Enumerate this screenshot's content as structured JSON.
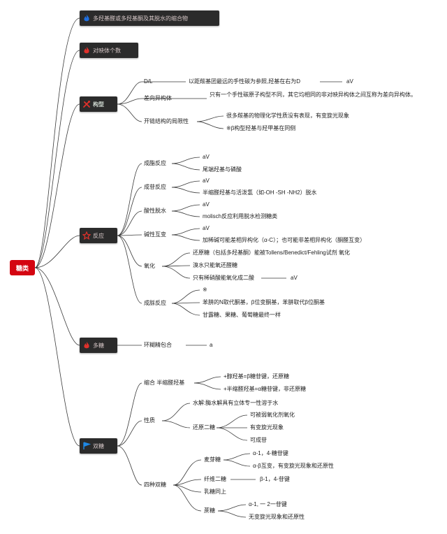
{
  "root": {
    "label": "糖类"
  },
  "topics": [
    {
      "label": "多羟基醛或多羟基酮及其脱水的缩合物",
      "icon": "flame-icon",
      "icon_color": "#1e6fe0"
    },
    {
      "label": "对映体个数",
      "icon": "flame-icon",
      "icon_color": "#e0312b"
    },
    {
      "label": "构型",
      "icon": "tools-icon",
      "icon_color": "#e0312b"
    },
    {
      "label": "反应",
      "icon": "star-icon",
      "icon_color": "#e0312b"
    },
    {
      "label": "多糖",
      "icon": "flame-icon",
      "icon_color": "#e0312b"
    },
    {
      "label": "双糖",
      "icon": "flag-icon",
      "icon_color": "#1e88e5"
    }
  ],
  "config": {
    "dl": {
      "label": "D/L",
      "text": "以距羰基团最远的手性碳为参照,羟基在右为D",
      "tag": "aV"
    },
    "epimer": {
      "label": "差向异构体",
      "text": "只有一个手性碳原子构型不同，其它均相同的非对映异构体之间互称为差向异构体。"
    },
    "open_chain": {
      "label": "开链结构的局限性",
      "items": [
        "很多羰基的物理化学性质没有表现，有变旋光现象",
        "※β构型羟基与羟甲基在同侧"
      ]
    }
  },
  "reaction": {
    "esterify": {
      "label": "成酯反应",
      "items": [
        "aV",
        "尾端羟基与磷酸"
      ]
    },
    "glycoside": {
      "label": "成苷反应",
      "items": [
        "aV",
        "半缩醛羟基与活泼氢（如-OH -SH -NH2）脱水"
      ]
    },
    "acid_dehydration": {
      "label": "酸性脱水",
      "items": [
        "aV",
        "molisch反应利用脱水检测糖类"
      ]
    },
    "base_isomer": {
      "label": "碱性互变",
      "items": [
        "aV",
        "加稀碱可能差相异构化（α-C）；也可能非差相异构化（酮醛互变）"
      ]
    },
    "oxidation": {
      "label": "氧化",
      "items": [
        "还原糖（包括多羟基酮）能被Tollens/Benedict/Fehling试剂 氧化",
        "溴水只能氧还醛糖",
        "只有稀硝酸能氧化成二酸"
      ],
      "tag": "aV"
    },
    "osazone": {
      "label": "成脎反应",
      "items": [
        "※",
        "苯肼的N取代酮基，β位变酮基，苯肼取代β位酮基",
        "甘露糖、果糖、葡萄糖最终一样"
      ]
    }
  },
  "poly": {
    "label": "环糊精包合",
    "tag": "a"
  },
  "di": {
    "condense": {
      "label": "缩合 半缩醛羟基",
      "items": [
        "+醇羟基=β糖苷键，还原糖",
        "+半缩醛羟基=α糖苷键，非还原糖"
      ]
    },
    "property": {
      "label": "性质",
      "hydrolysis": "水解:酶水解具有立体专一性溶于水",
      "reducing": {
        "label": "还原二糖",
        "items": [
          "可被弱氧化剂氧化",
          "有变旋光现象",
          "可成苷"
        ]
      }
    },
    "four": {
      "label": "四种双糖",
      "maltose": {
        "label": "麦芽糖",
        "items": [
          "α-1，4-糖苷键",
          "α-β互变，有变旋光现象和还原性"
        ]
      },
      "cellobiose": {
        "label": "纤维二糖",
        "text": "β-1，4-苷键"
      },
      "lactose": {
        "label": "乳糖同上"
      },
      "sucrose": {
        "label": "蔗糖",
        "items": [
          "α-1, 一 2一苷键",
          "无变旋光现象和还原性"
        ]
      }
    }
  }
}
